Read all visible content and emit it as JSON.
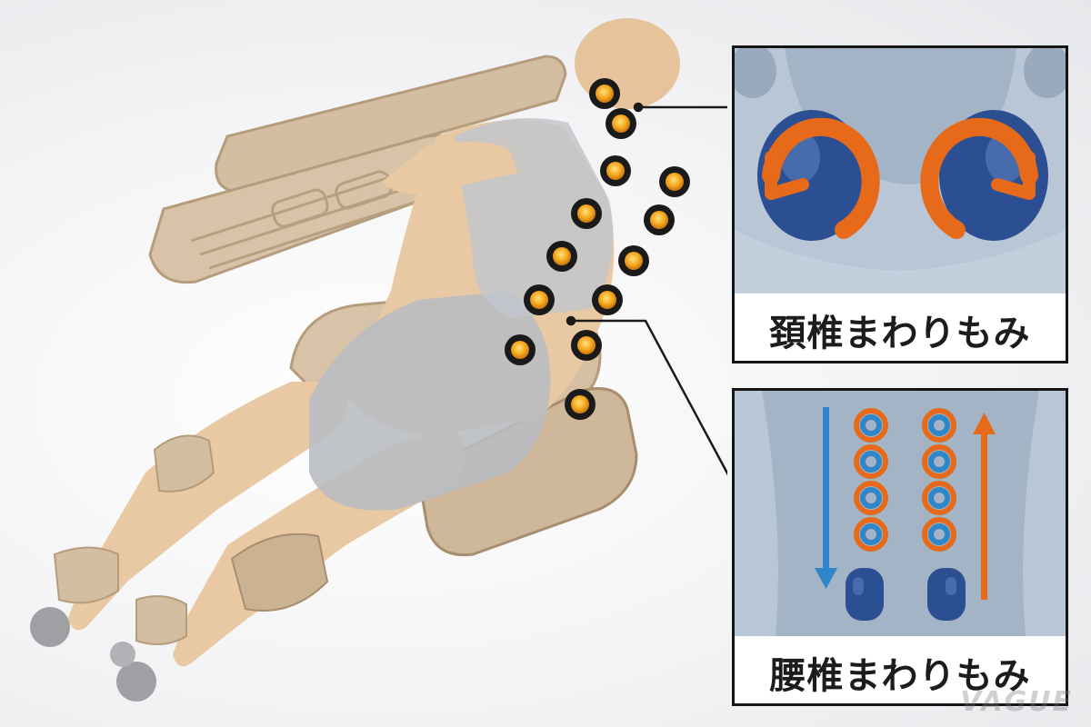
{
  "panels": {
    "neck": {
      "caption": "頚椎まわりもみ"
    },
    "waist": {
      "caption": "腰椎まわりもみ"
    }
  },
  "watermark": "VAGUE",
  "colors": {
    "chair": "#d9c3a8",
    "body": "#e9c9a3",
    "clothing": "#b9bcc2",
    "roller": "#f3a51c",
    "roller_ring": "#1a1a1a",
    "panel_skin": "#a4b4c7",
    "massage_ball": "#2b4f92",
    "arrow_orange": "#e76a1a",
    "arrow_blue": "#2f86c9"
  }
}
